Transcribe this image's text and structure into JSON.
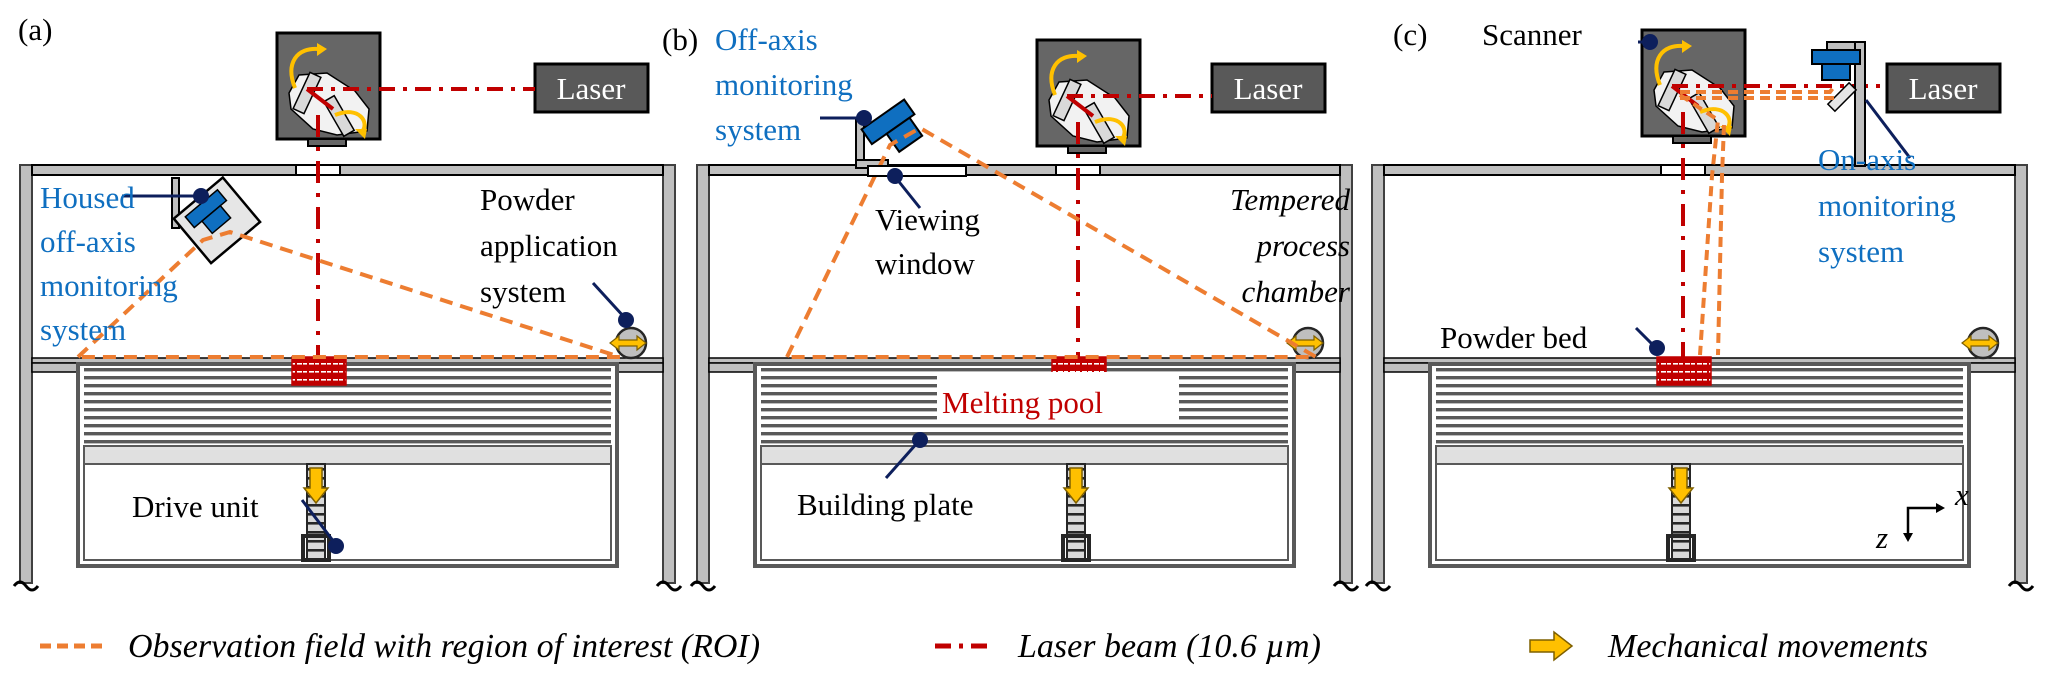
{
  "figure": {
    "panels": [
      {
        "id": "a",
        "letter": "(a)",
        "laser_label": "Laser",
        "labels": {
          "monitor": [
            "Housed",
            "off-axis",
            "monitoring",
            "system"
          ],
          "powder": [
            "Powder",
            "application",
            "system"
          ],
          "drive": "Drive unit"
        }
      },
      {
        "id": "b",
        "letter": "(b)",
        "laser_label": "Laser",
        "labels": {
          "monitor": [
            "Off-axis",
            "monitoring",
            "system"
          ],
          "window": [
            "Viewing",
            "window"
          ],
          "chamber": [
            "Tempered",
            "process",
            "chamber"
          ],
          "melt": "Melting pool",
          "plate": "Building plate"
        }
      },
      {
        "id": "c",
        "letter": "(c)",
        "laser_label": "Laser",
        "labels": {
          "scanner": "Scanner",
          "monitor": [
            "On-axis",
            "monitoring",
            "system"
          ],
          "bed": "Powder bed",
          "axis_x": "x",
          "axis_z": "z"
        }
      }
    ],
    "legend": [
      {
        "kind": "dashed",
        "color": "#ed7d31",
        "label": "Observation field with region of interest (ROI)"
      },
      {
        "kind": "dash-dot",
        "color": "#c00000",
        "label": "Laser beam (10.6 µm)"
      },
      {
        "kind": "arrow",
        "color": "#ffc000",
        "label": "Mechanical movements"
      }
    ],
    "colors": {
      "observation": "#ed7d31",
      "laser_beam": "#c00000",
      "movement": "#ffc000",
      "monitor": "#0f6fc0",
      "pointer": "#0d1f5c",
      "frame": "#bfbfbf",
      "scanner_body": "#666666"
    }
  }
}
